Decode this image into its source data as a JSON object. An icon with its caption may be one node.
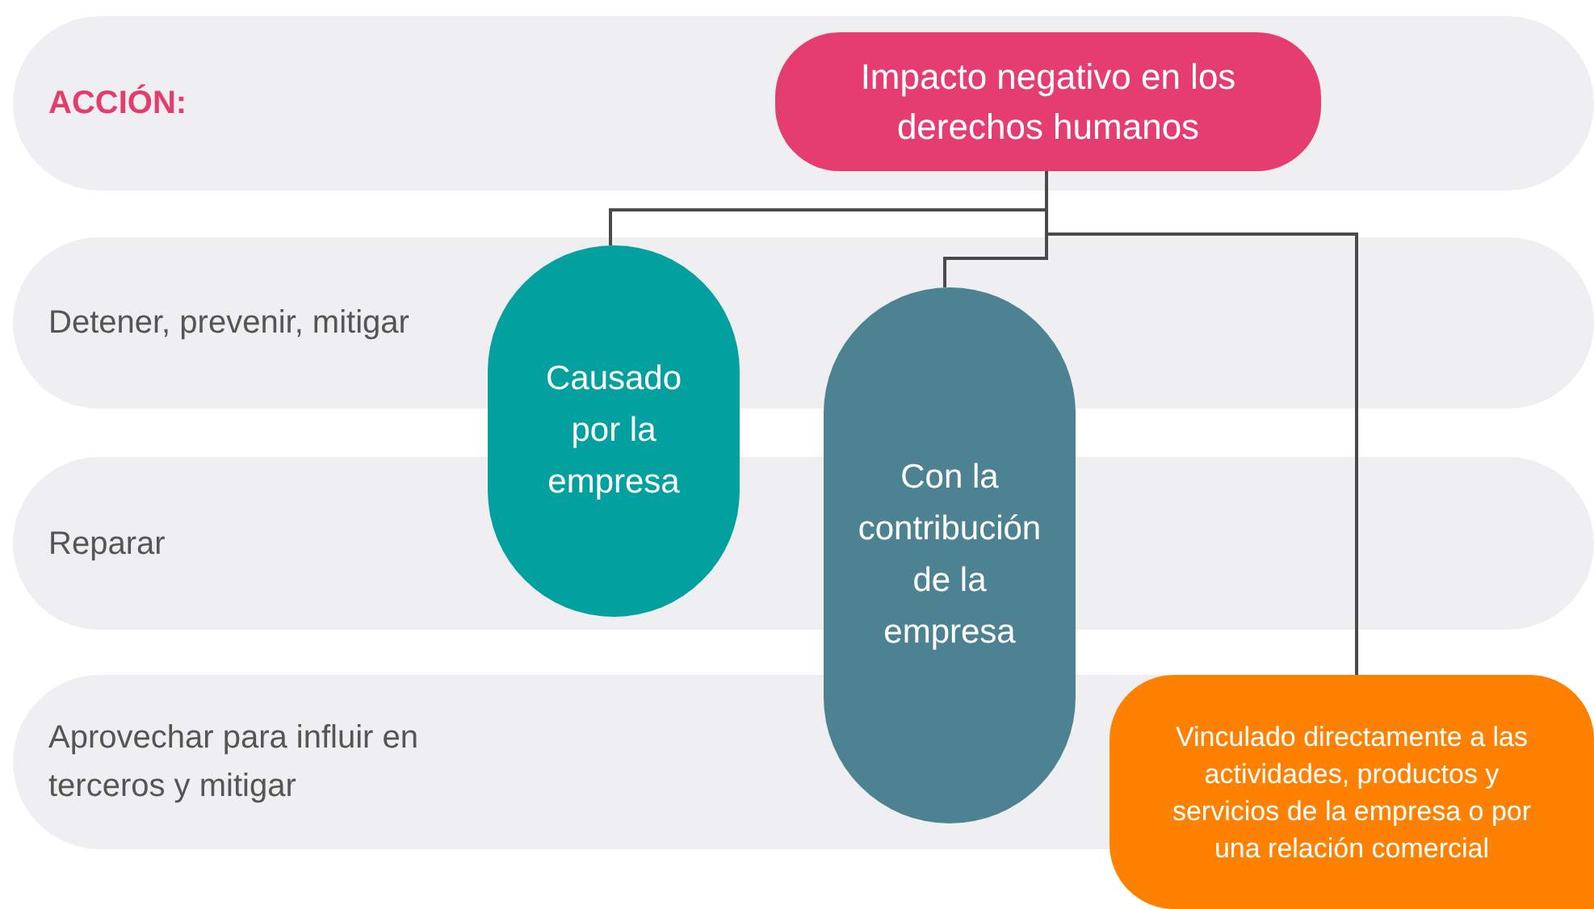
{
  "diagram": {
    "nodes": [
      {
        "text": [
          "Impacto negativo en los derechos humanos"
        ]
      },
      {
        "text": [
          "Causado por la empresa"
        ]
      },
      {
        "text": [
          "Con la contribución de la empresa"
        ]
      },
      {
        "text": [
          "Vinculado directamente a las actividades, productos y servicios de la empresa o por una relación comercial"
        ]
      }
    ],
    "edges": [
      {
        "from": 0,
        "to": 1,
        "arrow": "none"
      },
      {
        "from": 0,
        "to": 2,
        "arrow": "none"
      },
      {
        "from": 0,
        "to": 3,
        "arrow": "none"
      }
    ],
    "labels": [
      "ACCIÓN:",
      "Detener, prevenir, mitigar",
      "Reparar",
      "Aprovechar para influir en terceros y mitigar"
    ]
  }
}
